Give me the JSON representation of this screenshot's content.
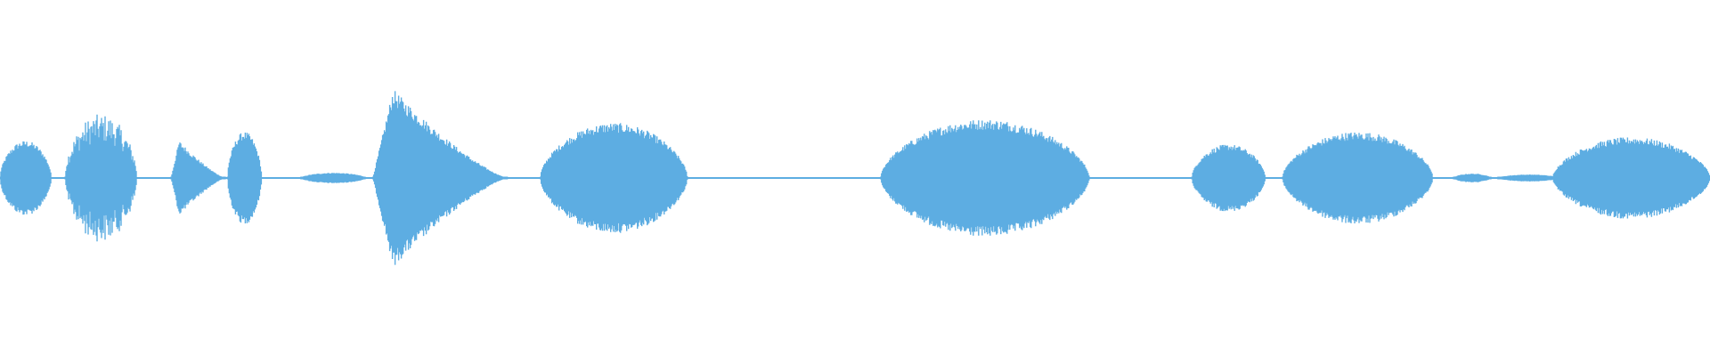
{
  "waveform": {
    "color": "#5dade2",
    "background": "#ffffff",
    "segments": [
      {
        "name": "burst-1",
        "start": 0.0,
        "end": 0.03,
        "peak": 0.42,
        "shape": "bump"
      },
      {
        "name": "burst-2",
        "start": 0.038,
        "end": 0.08,
        "peak": 0.72,
        "shape": "ragged"
      },
      {
        "name": "burst-3",
        "start": 0.1,
        "end": 0.132,
        "peak": 0.42,
        "shape": "decay"
      },
      {
        "name": "burst-4",
        "start": 0.133,
        "end": 0.153,
        "peak": 0.52,
        "shape": "bump"
      },
      {
        "name": "burst-5",
        "start": 0.176,
        "end": 0.214,
        "peak": 0.06,
        "shape": "bump"
      },
      {
        "name": "burst-6",
        "start": 0.218,
        "end": 0.297,
        "peak": 1.0,
        "shape": "decay"
      },
      {
        "name": "burst-7",
        "start": 0.316,
        "end": 0.402,
        "peak": 0.62,
        "shape": "bump"
      },
      {
        "name": "burst-8",
        "start": 0.515,
        "end": 0.637,
        "peak": 0.66,
        "shape": "bump"
      },
      {
        "name": "burst-9",
        "start": 0.697,
        "end": 0.74,
        "peak": 0.38,
        "shape": "bump"
      },
      {
        "name": "burst-10",
        "start": 0.75,
        "end": 0.838,
        "peak": 0.52,
        "shape": "bump"
      },
      {
        "name": "burst-11",
        "start": 0.85,
        "end": 0.872,
        "peak": 0.05,
        "shape": "bump"
      },
      {
        "name": "burst-12",
        "start": 0.876,
        "end": 0.912,
        "peak": 0.04,
        "shape": "bump"
      },
      {
        "name": "burst-13",
        "start": 0.908,
        "end": 1.0,
        "peak": 0.46,
        "shape": "bump"
      }
    ],
    "baseline_noise": 0.01
  }
}
